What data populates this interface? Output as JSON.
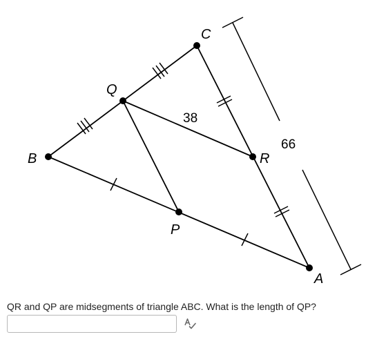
{
  "figure": {
    "points": {
      "A": "A",
      "B": "B",
      "C": "C",
      "Q": "Q",
      "R": "R",
      "P": "P"
    },
    "lengths": {
      "QR": "38",
      "CA": "66"
    }
  },
  "question": {
    "text": "QR and QP are midsegments of triangle ABC. What is the length of QP?"
  },
  "answer": {
    "value": "",
    "placeholder": ""
  },
  "icons": {
    "spellcheck": "spellcheck-icon"
  }
}
